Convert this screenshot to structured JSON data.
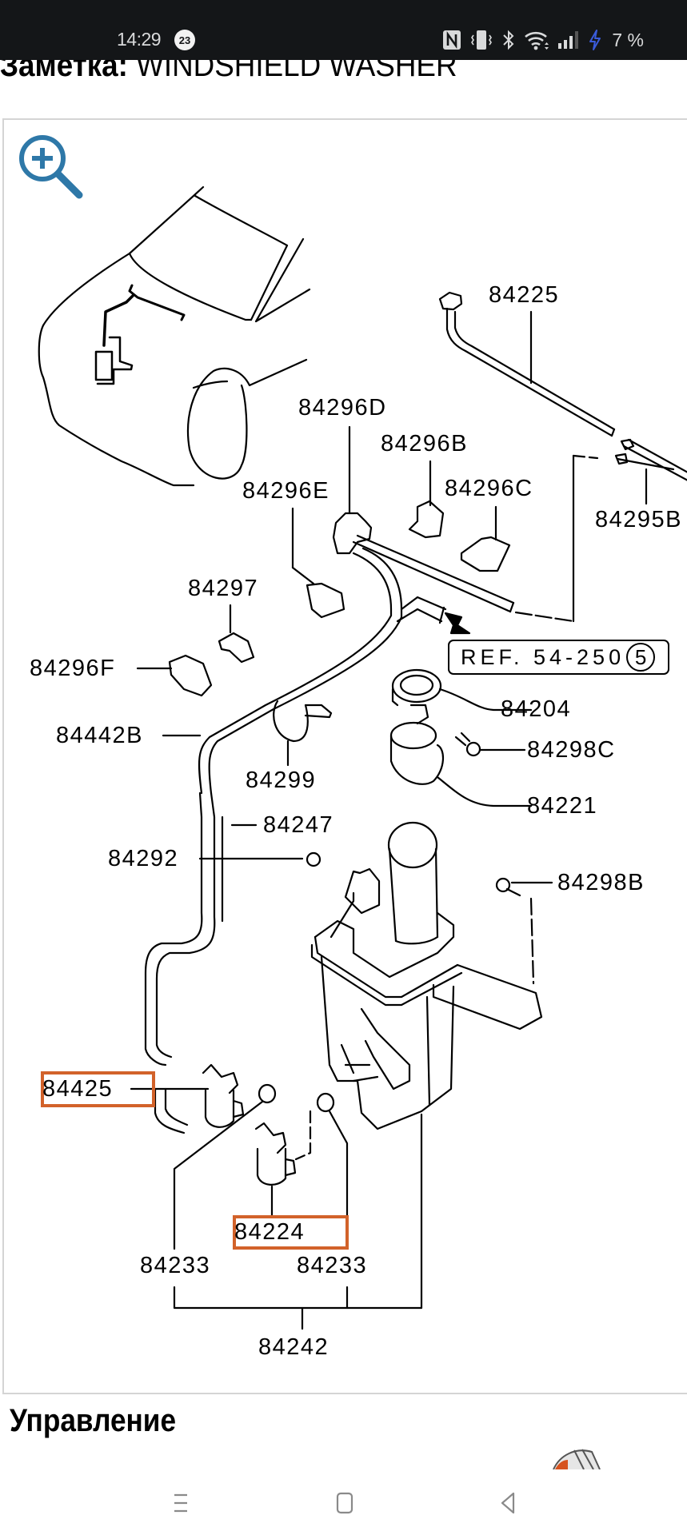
{
  "status_bar": {
    "time": "14:29",
    "notification_count": "23",
    "icons": [
      "nfc-icon",
      "vibrate-icon",
      "bluetooth-icon",
      "wifi-icon",
      "signal-icon",
      "charging-icon"
    ],
    "battery": "7 %",
    "charging_color": "#3a5bd9"
  },
  "page": {
    "title_prefix": "Заметка:",
    "title_text": " WINDSHIELD WASHER",
    "section_heading": "Управление"
  },
  "diagram": {
    "zoom_icon": "zoom-in-icon",
    "zoom_color": "#2e78a8",
    "highlight_color": "#d2622a",
    "reference": {
      "text": "REF. 54-250",
      "circle": "5"
    },
    "parts": [
      {
        "id": "84225"
      },
      {
        "id": "84296D"
      },
      {
        "id": "84296B"
      },
      {
        "id": "84296E"
      },
      {
        "id": "84296C"
      },
      {
        "id": "84295B"
      },
      {
        "id": "84297"
      },
      {
        "id": "84296F"
      },
      {
        "id": "84204"
      },
      {
        "id": "84442B"
      },
      {
        "id": "84298C"
      },
      {
        "id": "84299"
      },
      {
        "id": "84221"
      },
      {
        "id": "84247"
      },
      {
        "id": "84292"
      },
      {
        "id": "84298B"
      },
      {
        "id": "84425",
        "highlighted": true
      },
      {
        "id": "84224",
        "highlighted": true
      },
      {
        "id": "84233"
      },
      {
        "id": "84233"
      },
      {
        "id": "84242"
      }
    ]
  },
  "nav_bar": {
    "buttons": [
      "recent-apps",
      "home",
      "back"
    ]
  }
}
